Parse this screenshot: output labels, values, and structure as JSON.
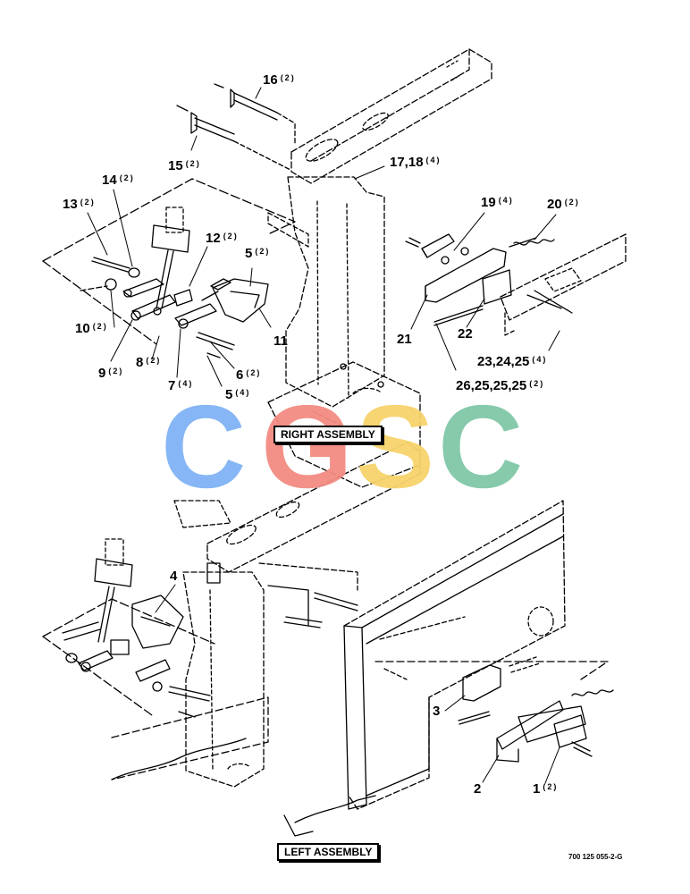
{
  "assemblies": {
    "right_label": "RIGHT ASSEMBLY",
    "left_label": "LEFT ASSEMBLY"
  },
  "drawing_number": "700 125 055-2-G",
  "watermark": {
    "letters": [
      "C",
      "G",
      "S",
      "C"
    ],
    "colors": [
      "#7fb2f4",
      "#f28b82",
      "#f7d36a",
      "#7fc7a6"
    ]
  },
  "callouts": {
    "c16": {
      "num": "16",
      "qty": "(2)"
    },
    "c15": {
      "num": "15",
      "qty": "(2)"
    },
    "c17_18": {
      "num": "17,18",
      "qty": "(4)"
    },
    "c14": {
      "num": "14",
      "qty": "(2)"
    },
    "c13": {
      "num": "13",
      "qty": "(2)"
    },
    "c12": {
      "num": "12",
      "qty": "(2)"
    },
    "c5a": {
      "num": "5",
      "qty": "(2)"
    },
    "c10": {
      "num": "10",
      "qty": "(2)"
    },
    "c11": {
      "num": "11",
      "qty": ""
    },
    "c9": {
      "num": "9",
      "qty": "(2)"
    },
    "c8": {
      "num": "8",
      "qty": "(2)"
    },
    "c6": {
      "num": "6",
      "qty": "(2)"
    },
    "c7": {
      "num": "7",
      "qty": "(4)"
    },
    "c5b": {
      "num": "5",
      "qty": "(4)"
    },
    "c19": {
      "num": "19",
      "qty": "(4)"
    },
    "c20": {
      "num": "20",
      "qty": "(2)"
    },
    "c21": {
      "num": "21",
      "qty": ""
    },
    "c22": {
      "num": "22",
      "qty": ""
    },
    "c23": {
      "num": "23,24,25",
      "qty": "(4)"
    },
    "c26": {
      "num": "26,25,25,25",
      "qty": "(2)"
    },
    "c4": {
      "num": "4",
      "qty": ""
    },
    "c3": {
      "num": "3",
      "qty": ""
    },
    "c2": {
      "num": "2",
      "qty": ""
    },
    "c1": {
      "num": "1",
      "qty": "(2)"
    }
  }
}
